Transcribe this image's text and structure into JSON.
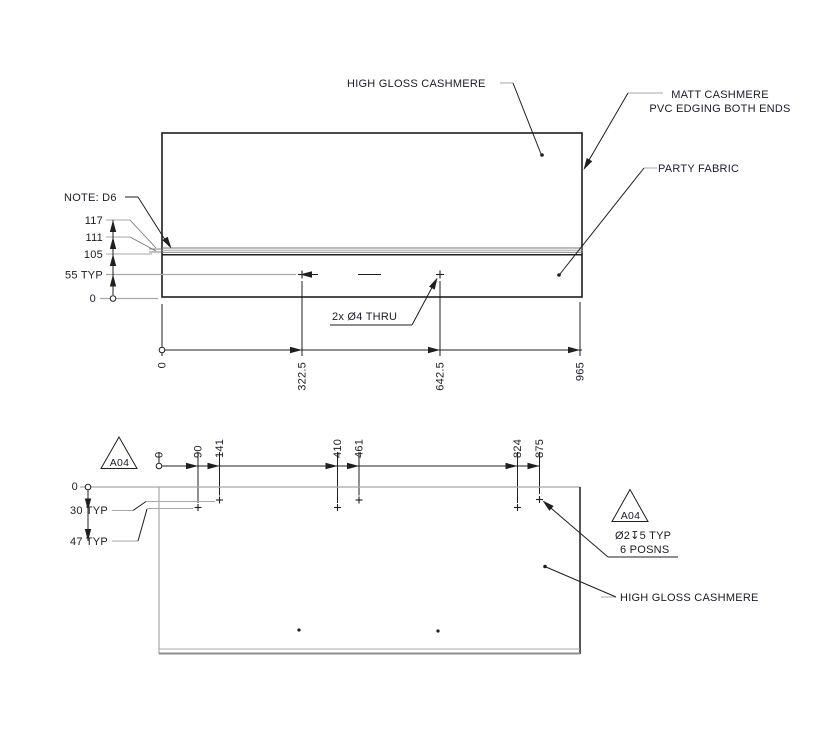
{
  "colors": {
    "line": "#1f1f1f",
    "gray": "#a8a8a8",
    "text": "#1b1b25",
    "background": "#ffffff"
  },
  "top_view": {
    "note_label": "NOTE: D6",
    "callout_high_gloss": "HIGH GLOSS CASHMERE",
    "callout_matt_line1": "MATT CASHMERE",
    "callout_matt_line2": "PVC EDGING BOTH ENDS",
    "callout_party_fabric": "PARTY FABRIC",
    "callout_holes": "2x Ø4 THRU",
    "dims_left": {
      "d117": "117",
      "d111": "111",
      "d105": "105",
      "d55": "55 TYP",
      "d0": "0"
    },
    "dims_bottom": {
      "d0": "0",
      "d322": "322.5",
      "d642": "642.5",
      "d965": "965"
    }
  },
  "bottom_view": {
    "datum_flag_left": "A04",
    "datum_flag_right": "A04",
    "dims_top": {
      "d0": "0",
      "d90": "90",
      "d141": "141",
      "d410": "410",
      "d461": "461",
      "d824": "824",
      "d875": "875"
    },
    "dims_left": {
      "d0": "0",
      "d30": "30 TYP",
      "d47": "47 TYP"
    },
    "hole_spec_line1": "Ø2↧5 TYP",
    "hole_spec_line2": "6 POSNS",
    "callout_high_gloss": "HIGH GLOSS CASHMERE"
  }
}
